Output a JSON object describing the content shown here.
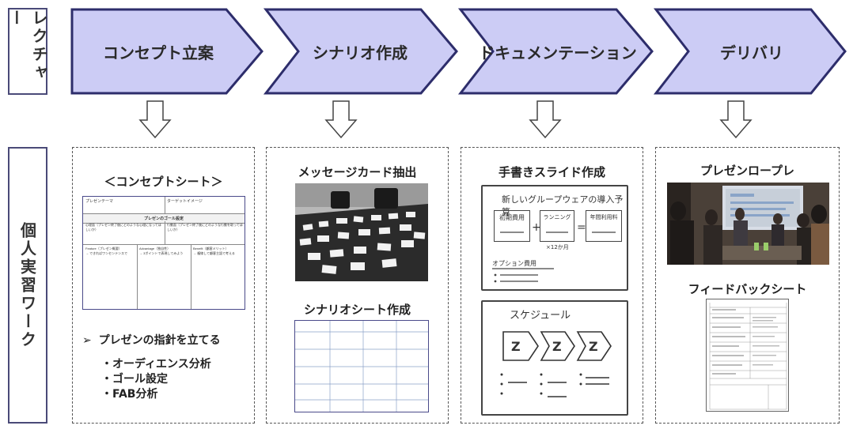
{
  "rows": {
    "lecture_label": "レクチャー",
    "practice_label": "個人実習ワーク"
  },
  "stages": [
    {
      "label": "コンセプト立案"
    },
    {
      "label": "シナリオ作成"
    },
    {
      "label": "ドキュメンテーション"
    },
    {
      "label": "デリバリ"
    }
  ],
  "colors": {
    "chevron_fill": "#ccccf5",
    "chevron_stroke": "#2d2d6b",
    "border": "#4a4a78"
  },
  "panels": {
    "concept": {
      "title": "＜コンセプトシート＞",
      "sheet": {
        "field_theme": "プレゼンテーマ",
        "field_target": "ターゲットイメージ",
        "goal_header": "プレゼンのゴール設定",
        "goal_mind": "心理面（プレゼン終了後にどのような心理になってほしいか）",
        "goal_action": "行動面（プレゼン終了後にどのような行動を取ってほしいか）",
        "col_feature": "Feature（プレゼン概要）\n→ できればワンセンテンスで",
        "col_advantage": "Advantage（独自性）\n→ 3ポイントで表現してみよう",
        "col_benefit": "Benefit（顧客メリット）\n→ 複線して顧客主語で考える"
      },
      "bullet": "プレゼンの指針を立てる",
      "bullet_marker": "➢",
      "sub_items": [
        "・オーディエンス分析",
        "・ゴール設定",
        "・FAB分析"
      ]
    },
    "scenario": {
      "title1": "メッセージカード抽出",
      "title2": "シナリオシート作成"
    },
    "document": {
      "title": "手書きスライド作成",
      "slide1": {
        "heading": "新しいグループウェアの導入予算",
        "box1": "初期費用",
        "plus": "+",
        "box2": "ランニング",
        "box2_note": "×12か月",
        "equals": "=",
        "box3": "年間利用料",
        "options": "オプション費用"
      },
      "slide2": {
        "heading": "スケジュール",
        "step": "Z"
      }
    },
    "delivery": {
      "title1": "プレゼンロープレ",
      "title2": "フィードバックシート"
    }
  }
}
